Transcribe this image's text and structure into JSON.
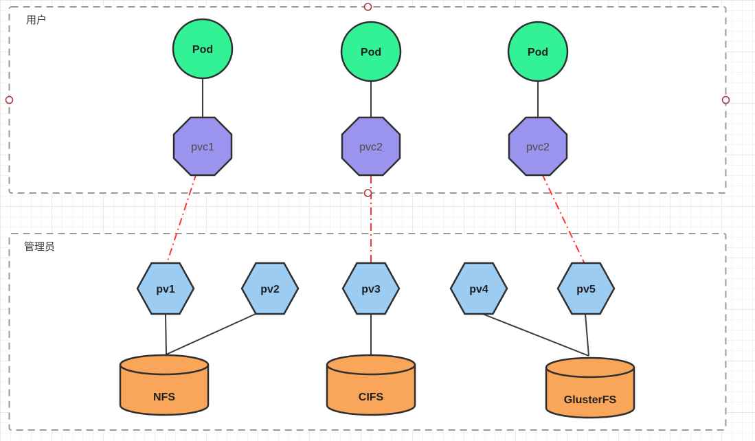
{
  "containers": {
    "user": {
      "label": "用户"
    },
    "admin": {
      "label": "管理员"
    }
  },
  "nodes": {
    "pod1": {
      "label": "Pod"
    },
    "pod2": {
      "label": "Pod"
    },
    "pod3": {
      "label": "Pod"
    },
    "pvc1": {
      "label": "pvc1"
    },
    "pvc2": {
      "label": "pvc2"
    },
    "pvc3": {
      "label": "pvc2"
    },
    "pv1": {
      "label": "pv1"
    },
    "pv2": {
      "label": "pv2"
    },
    "pv3": {
      "label": "pv3"
    },
    "pv4": {
      "label": "pv4"
    },
    "pv5": {
      "label": "pv5"
    },
    "nfs": {
      "label": "NFS"
    },
    "cifs": {
      "label": "CIFS"
    },
    "glusterfs": {
      "label": "GlusterFS"
    }
  },
  "colors": {
    "pod_fill": "#33F295",
    "pvc_fill": "#9A94EE",
    "pv_fill": "#9CCCF2",
    "storage_fill": "#F9A65A",
    "claim_line": "#FF3333",
    "anchor_ring": "#AA3939"
  },
  "connections": {
    "pod_to_pvc_solid": [
      [
        "pod1",
        "pvc1"
      ],
      [
        "pod2",
        "pvc2"
      ],
      [
        "pod3",
        "pvc3"
      ]
    ],
    "pvc_to_pv_red_dashdot": [
      [
        "pvc1",
        "pv1"
      ],
      [
        "pvc2",
        "pv3"
      ],
      [
        "pvc3",
        "pv5"
      ]
    ],
    "pv_to_storage_solid": [
      [
        "pv1",
        "nfs"
      ],
      [
        "pv2",
        "nfs"
      ],
      [
        "pv3",
        "cifs"
      ],
      [
        "pv4",
        "glusterfs"
      ],
      [
        "pv5",
        "glusterfs"
      ]
    ]
  }
}
